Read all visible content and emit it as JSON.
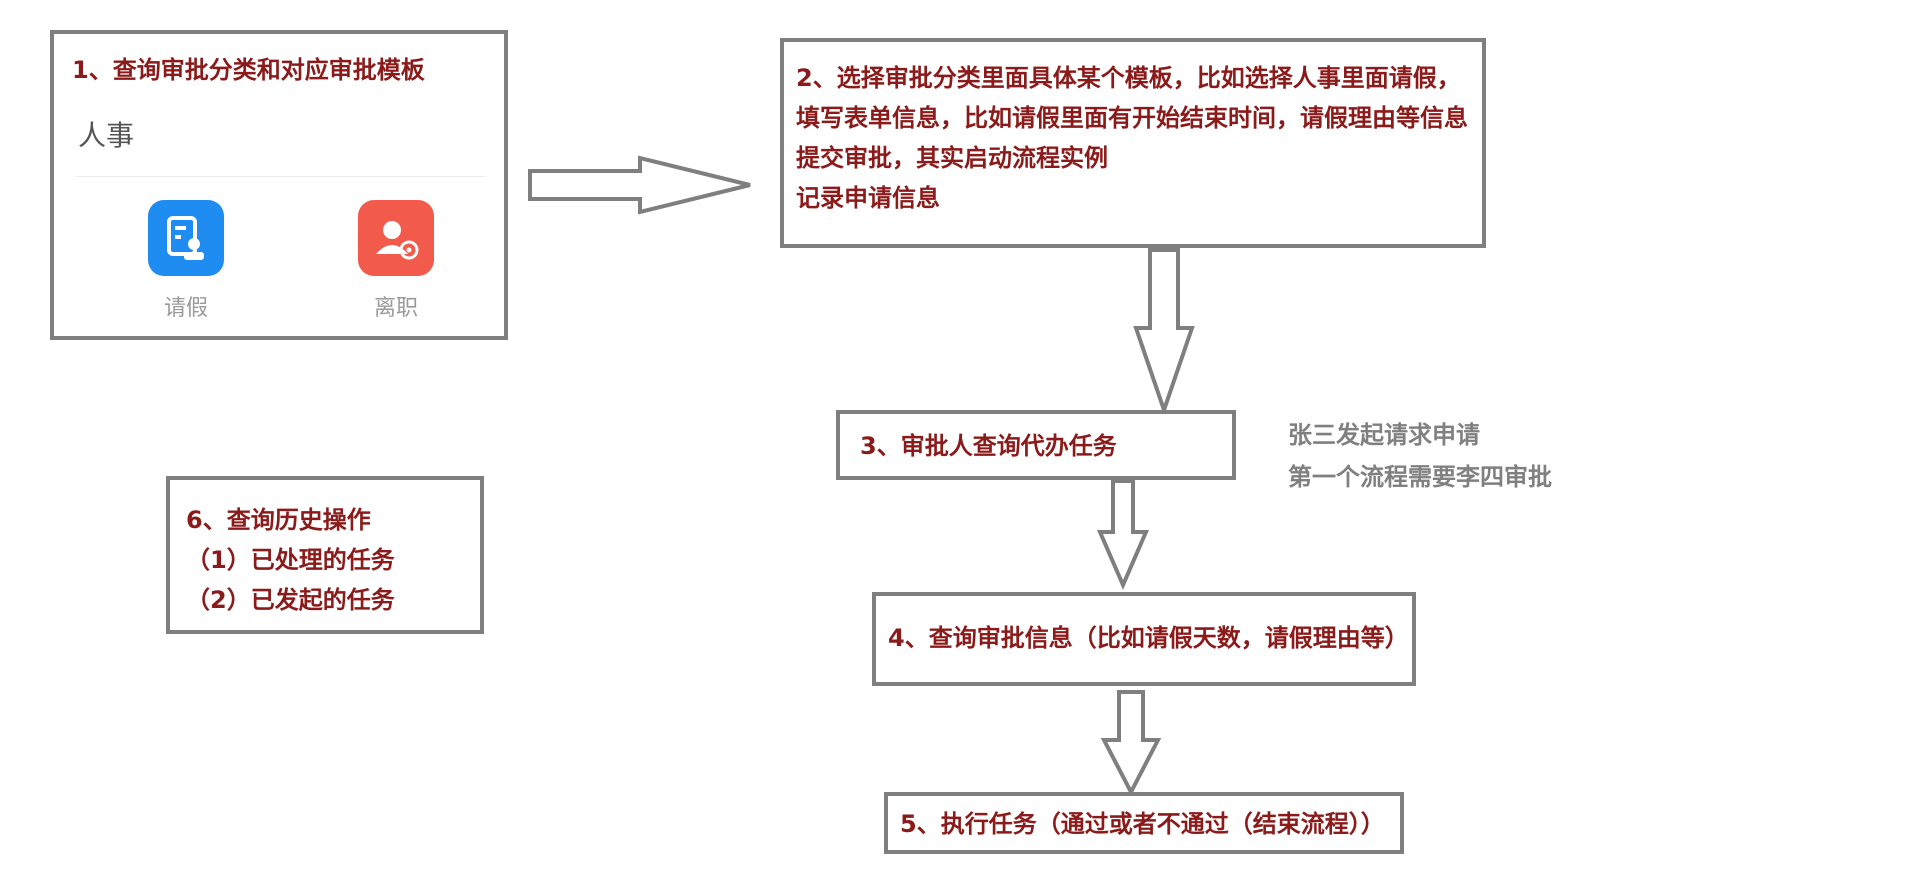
{
  "step1": {
    "title": "1、查询审批分类和对应审批模板",
    "category": "人事",
    "apps": [
      {
        "label": "请假",
        "icon": "leave-form-icon",
        "color": "#1e8cf0"
      },
      {
        "label": "离职",
        "icon": "resign-user-icon",
        "color": "#f25a4b"
      }
    ]
  },
  "step2": {
    "lines": [
      "2、选择审批分类里面具体某个模板，比如选择人事里面请假，",
      "填写表单信息，比如请假里面有开始结束时间，请假理由等信息",
      "提交审批，其实启动流程实例",
      "记录申请信息"
    ]
  },
  "step3": {
    "text": "3、审批人查询代办任务"
  },
  "step4": {
    "text": "4、查询审批信息（比如请假天数，请假理由等）"
  },
  "step5": {
    "text": "5、执行任务（通过或者不通过（结束流程））"
  },
  "step6": {
    "lines": [
      "6、查询历史操作",
      "（1）已处理的任务",
      "（2）已发起的任务"
    ]
  },
  "note": {
    "lines": [
      "张三发起请求申请",
      "第一个流程需要李四审批"
    ]
  },
  "colors": {
    "step_text": "#8b1a1a",
    "note_text": "#808080",
    "border": "#7f7f7f"
  }
}
